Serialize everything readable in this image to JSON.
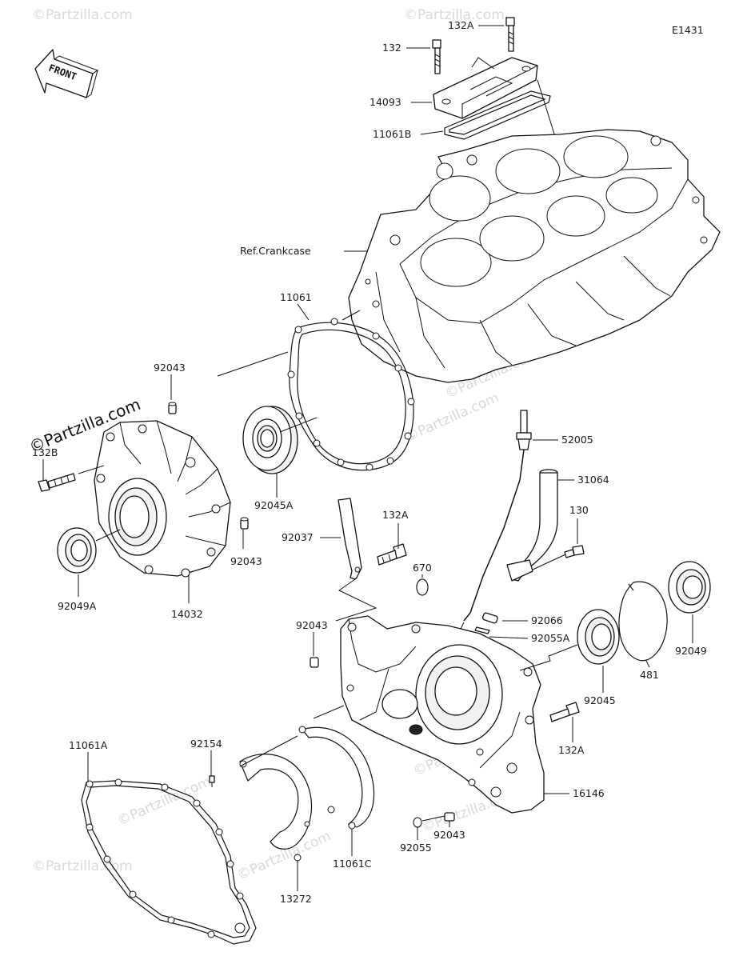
{
  "diagram_code": "E1431",
  "front_arrow": {
    "label": "FRONT",
    "icon": "front-arrow-icon"
  },
  "watermarks": {
    "brand_main": "©Partzilla.com",
    "faint": [
      "©Partzilla.com",
      "©Partzilla.com",
      "©Partzilla.com",
      "©Partzilla.com",
      "©Partzilla.com",
      "©Partzilla.com",
      "©Partzilla.com",
      "©Partzilla.com",
      "©Partzilla.com"
    ]
  },
  "callouts": {
    "c132A_top": "132A",
    "c132_top": "132",
    "c14093": "14093",
    "c11061B": "11061B",
    "cRefCrankcase": "Ref.Crankcase",
    "c11061": "11061",
    "c92043_a": "92043",
    "c132B": "132B",
    "c92045A": "92045A",
    "c92043_b": "92043",
    "c92049A": "92049A",
    "c14032": "14032",
    "c52005": "52005",
    "c31064": "31064",
    "c130": "130",
    "c132A_mid": "132A",
    "c92037": "92037",
    "c670": "670",
    "c92066": "92066",
    "c92055A": "92055A",
    "c92043_c": "92043",
    "c92045": "92045",
    "c481": "481",
    "c92049": "92049",
    "c132A_low": "132A",
    "c11061A": "11061A",
    "c92154": "92154",
    "c16146": "16146",
    "c92043_d": "92043",
    "c92055": "92055",
    "c11061C": "11061C",
    "c13272": "13272"
  }
}
